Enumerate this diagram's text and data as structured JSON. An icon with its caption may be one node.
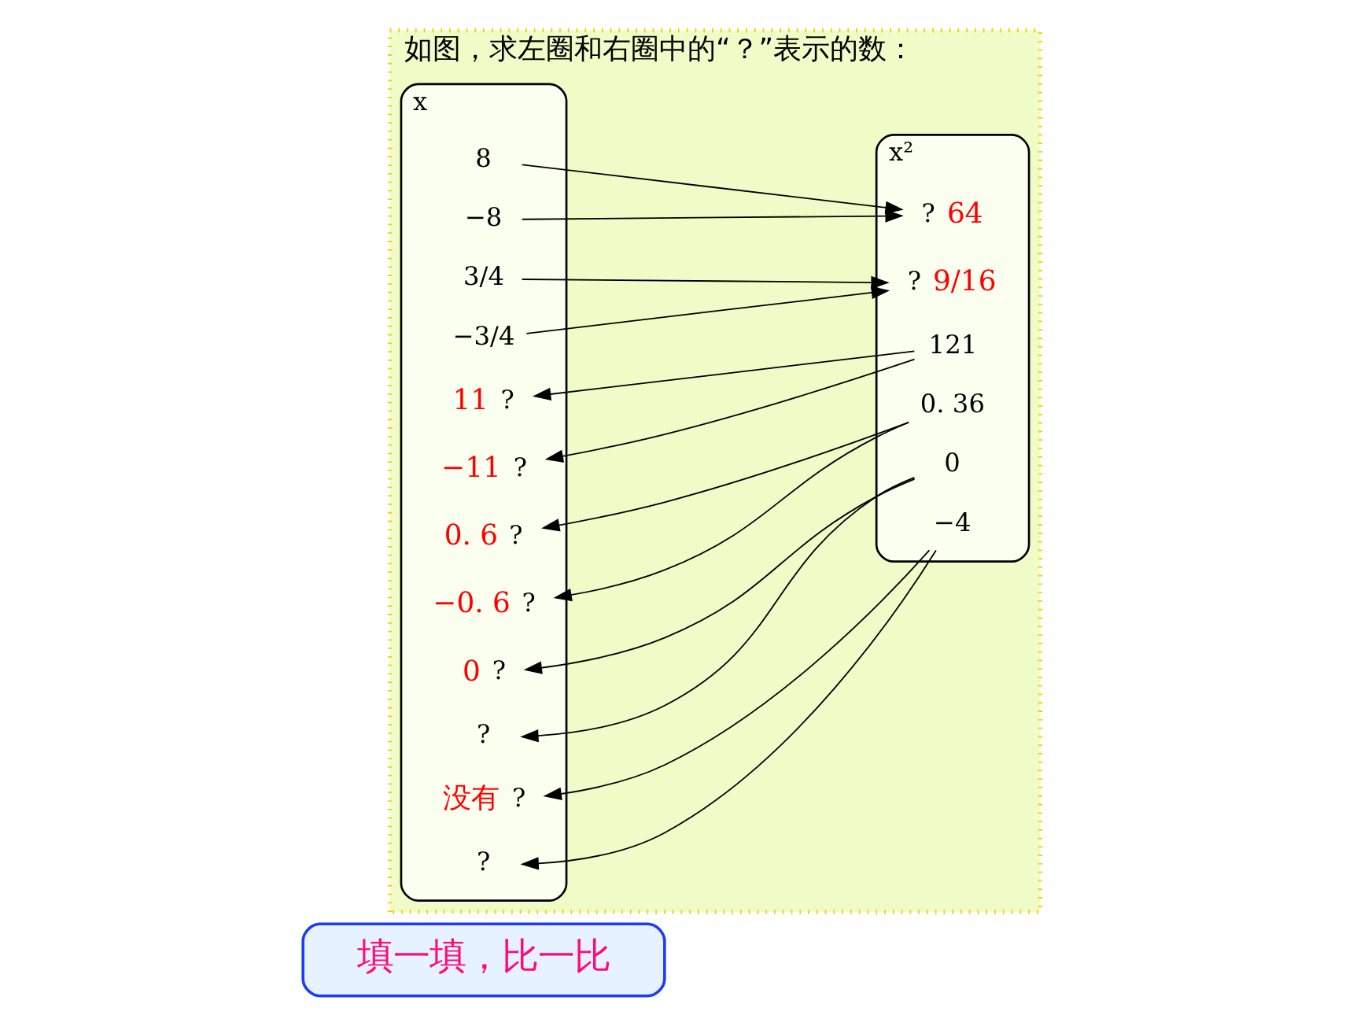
{
  "diagram": {
    "nodes": [
      {
        "text": [
          "填一填，比一比"
        ]
      },
      {
        "text": [
          "如图，求左圈和右圈中的“？”表示的数："
        ]
      },
      {
        "text": [
          "x"
        ],
        "in": 1
      },
      {
        "text": [
          "x²"
        ],
        "in": 1
      },
      {
        "text": [
          "8"
        ],
        "in": 2
      },
      {
        "text": [
          "−8"
        ],
        "in": 2
      },
      {
        "text": [
          "3/4"
        ],
        "in": 2
      },
      {
        "text": [
          "−3/4"
        ],
        "in": 2
      },
      {
        "text": [
          "?"
        ],
        "in": 2,
        "beside": [
          "11"
        ]
      },
      {
        "text": [
          "?"
        ],
        "in": 2,
        "beside": [
          "−11"
        ]
      },
      {
        "text": [
          "?"
        ],
        "in": 2,
        "beside": [
          "0. 6"
        ]
      },
      {
        "text": [
          "?"
        ],
        "in": 2,
        "beside": [
          "−0. 6"
        ]
      },
      {
        "text": [
          "?"
        ],
        "in": 2,
        "beside": [
          "0"
        ]
      },
      {
        "text": [
          "?"
        ],
        "in": 2
      },
      {
        "text": [
          "?"
        ],
        "in": 2,
        "beside": [
          "没有"
        ]
      },
      {
        "text": [
          "?"
        ],
        "in": 2
      },
      {
        "text": [
          "?"
        ],
        "in": 3,
        "beside": [
          "64"
        ]
      },
      {
        "text": [
          "?"
        ],
        "in": 3,
        "beside": [
          "9/16"
        ]
      },
      {
        "text": [
          "121"
        ],
        "in": 3
      },
      {
        "text": [
          "0. 36"
        ],
        "in": 3
      },
      {
        "text": [
          "0"
        ],
        "in": 3
      },
      {
        "text": [
          "−4"
        ],
        "in": 3
      }
    ],
    "edges": [
      {
        "from": 4,
        "to": 16,
        "arrow": "to"
      },
      {
        "from": 5,
        "to": 16,
        "arrow": "to"
      },
      {
        "from": 6,
        "to": 17,
        "arrow": "to"
      },
      {
        "from": 7,
        "to": 17,
        "arrow": "to"
      },
      {
        "from": 18,
        "to": 8,
        "arrow": "to"
      },
      {
        "from": 18,
        "to": 9,
        "arrow": "to"
      },
      {
        "from": 19,
        "to": 10,
        "arrow": "to"
      },
      {
        "from": 19,
        "to": 11,
        "arrow": "to"
      },
      {
        "from": 20,
        "to": 12,
        "arrow": "to"
      },
      {
        "from": 20,
        "to": 13,
        "arrow": "to"
      },
      {
        "from": 21,
        "to": 14,
        "arrow": "to"
      },
      {
        "from": 21,
        "to": 15,
        "arrow": "to"
      }
    ]
  }
}
